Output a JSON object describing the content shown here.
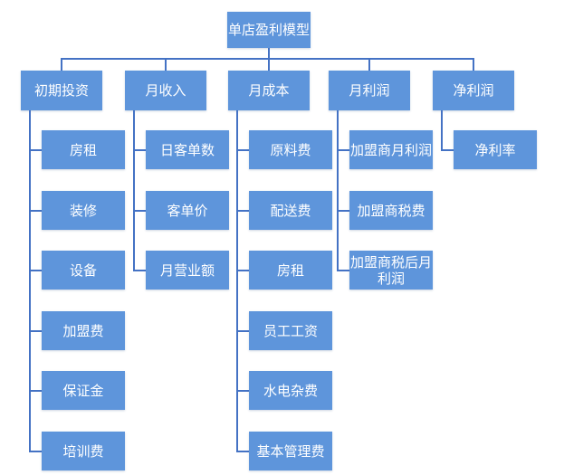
{
  "diagram": {
    "title": "单店盈利模型",
    "root": {
      "label": "单店盈利模型"
    },
    "columns": [
      {
        "label": "初期投资",
        "children": [
          "房租",
          "装修",
          "设备",
          "加盟费",
          "保证金",
          "培训费"
        ]
      },
      {
        "label": "月收入",
        "children": [
          "日客单数",
          "客单价",
          "月营业额"
        ]
      },
      {
        "label": "月成本",
        "children": [
          "原料费",
          "配送费",
          "房租",
          "员工工资",
          "水电杂费",
          "基本管理费"
        ]
      },
      {
        "label": "月利润",
        "children": [
          "加盟商月利润",
          "加盟商税费",
          "加盟商税后月利润"
        ]
      },
      {
        "label": "净利润",
        "children": [
          "净利率"
        ]
      }
    ]
  },
  "colors": {
    "node_fill": "#5E95DB",
    "node_text": "#FFFFFF",
    "connector": "#4472C4",
    "background": "#FFFFFF"
  }
}
